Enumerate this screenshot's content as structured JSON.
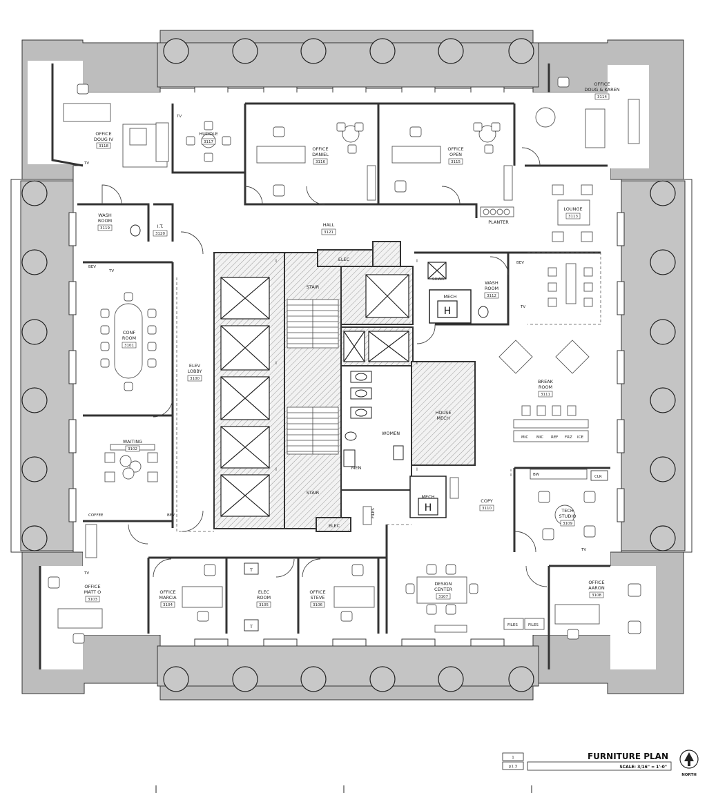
{
  "title_block": {
    "title": "FURNITURE PLAN",
    "scale": "SCALE: 3/16\" = 1'-0\"",
    "sheet_number": "1",
    "sheet_ref": "p1.3",
    "north_label": "NORTH"
  },
  "rooms": {
    "office_doug_iv": {
      "name": "OFFICE",
      "name2": "DOUG IV",
      "num": "3118"
    },
    "huddle": {
      "name": "HUDDLE",
      "num": "3117"
    },
    "office_daniel": {
      "name": "OFFICE",
      "name2": "DANIEL",
      "num": "3116"
    },
    "office_open": {
      "name": "OFFICE",
      "name2": "OPEN",
      "num": "3115"
    },
    "office_doug_karen": {
      "name": "OFFICE",
      "name2": "DOUG & KAREN",
      "num": "3114"
    },
    "lounge": {
      "name": "LOUNGE",
      "num": "3113"
    },
    "wash_room_3119": {
      "name": "WASH",
      "name2": "ROOM",
      "num": "3119"
    },
    "it": {
      "name": "I.T.",
      "num": "3120"
    },
    "hall": {
      "name": "HALL",
      "num": "3121"
    },
    "wash_room_3112": {
      "name": "WASH",
      "name2": "ROOM",
      "num": "3112"
    },
    "conf_room": {
      "name": "CONF",
      "name2": "ROOM",
      "num": "3101"
    },
    "elev_lobby": {
      "name": "ELEV",
      "name2": "LOBBY",
      "num": "3100"
    },
    "waiting": {
      "name": "WAITING",
      "num": "3102"
    },
    "break_room": {
      "name": "BREAK",
      "name2": "ROOM",
      "num": "3111"
    },
    "house_mech": {
      "name": "HOUSE",
      "name2": "MECH"
    },
    "women": {
      "name": "WOMEN"
    },
    "men": {
      "name": "MEN"
    },
    "copy": {
      "name": "COPY",
      "num": "3110"
    },
    "tech_studio": {
      "name": "TECH",
      "name2": "STUDIO",
      "num": "3109"
    },
    "office_matt_o": {
      "name": "OFFICE",
      "name2": "MATT O",
      "num": "3103"
    },
    "office_marcia": {
      "name": "OFFICE",
      "name2": "MARCIA",
      "num": "3104"
    },
    "elec_room": {
      "name": "ELEC",
      "name2": "ROOM",
      "num": "3105"
    },
    "office_steve": {
      "name": "OFFICE",
      "name2": "STEVE",
      "num": "3106"
    },
    "design_center": {
      "name": "DESIGN",
      "name2": "CENTER",
      "num": "3107"
    },
    "office_aaron": {
      "name": "OFFICE",
      "name2": "AARON",
      "num": "3108"
    }
  },
  "labels": {
    "stair": "STAIR",
    "elec": "ELEC",
    "mech": "MECH",
    "mech_h": "H",
    "bev": "BEV",
    "tv": "TV",
    "coffee": "COFFEE",
    "planter": "PLANTER",
    "shwr": "SHWR",
    "files": "FILES",
    "clr": "CLR",
    "bw": "BW",
    "t": "T",
    "i": "I",
    "appliances": [
      "MIC",
      "MIC",
      "REF",
      "FRZ",
      "ICE"
    ]
  }
}
